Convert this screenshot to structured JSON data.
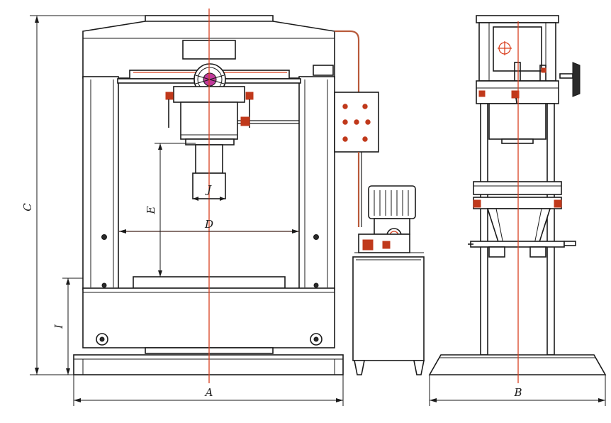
{
  "drawing": {
    "dimensions": {
      "A": "A",
      "B": "B",
      "C": "C",
      "D": "D",
      "E": "E",
      "I": "I",
      "J": "J"
    },
    "colors": {
      "line": "#1a1a1a",
      "centerline": "#d9401f",
      "pipe": "#b85a3a",
      "handwheel": "#c0399a"
    },
    "components": [
      "press-frame",
      "cylinder",
      "ram",
      "handwheel",
      "control-panel",
      "hydraulic-pump-unit",
      "motor",
      "pressure-gauge",
      "side-view-frame",
      "work-table",
      "bolster"
    ]
  }
}
